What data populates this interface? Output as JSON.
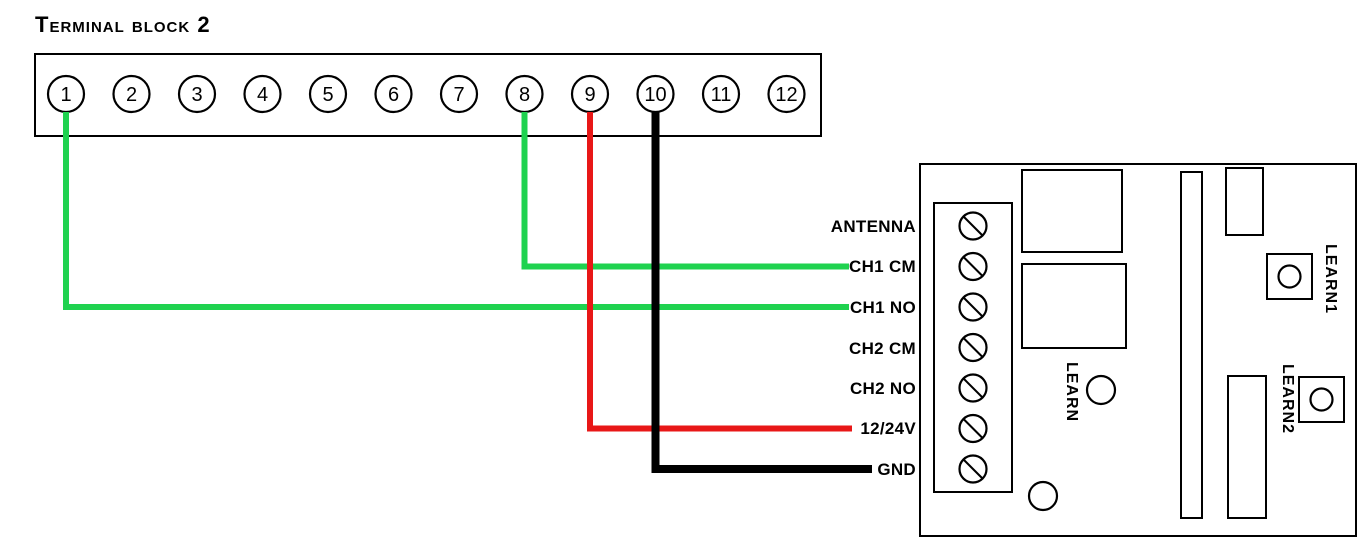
{
  "title": "Terminal block 2",
  "terminal_block": {
    "terminals": [
      "1",
      "2",
      "3",
      "4",
      "5",
      "6",
      "7",
      "8",
      "9",
      "10",
      "11",
      "12"
    ]
  },
  "receiver": {
    "pin_labels": [
      "ANTENNA",
      "CH1 CM",
      "CH1 NO",
      "CH2 CM",
      "CH2 NO",
      "12/24V",
      "GND"
    ],
    "learn_label": "LEARN",
    "learn1_label": "LEARN1",
    "learn2_label": "LEARN2"
  },
  "wires": [
    {
      "id": "ch1-cm",
      "from_terminal": "8",
      "to_pin": "CH1 CM",
      "color": "#1fd24f"
    },
    {
      "id": "ch1-no",
      "from_terminal": "1",
      "to_pin": "CH1 NO",
      "color": "#1fd24f"
    },
    {
      "id": "12-24v",
      "from_terminal": "9",
      "to_pin": "12/24V",
      "color": "#e81717"
    },
    {
      "id": "gnd",
      "from_terminal": "10",
      "to_pin": "GND",
      "color": "#000000"
    }
  ],
  "colors": {
    "terminal_fill": "#c6c6c6",
    "outline": "#000000",
    "background": "#ffffff"
  }
}
